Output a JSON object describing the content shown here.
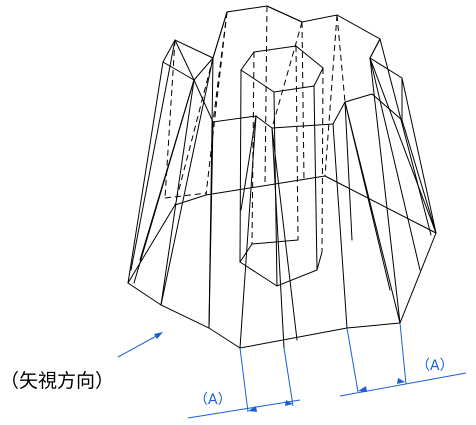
{
  "labels": {
    "view_direction": "（矢視方向）",
    "dim_left": "（A）",
    "dim_right": "（A）"
  },
  "colors": {
    "line": "#000000",
    "dimension": "#1a5fd6",
    "background": "#ffffff"
  }
}
